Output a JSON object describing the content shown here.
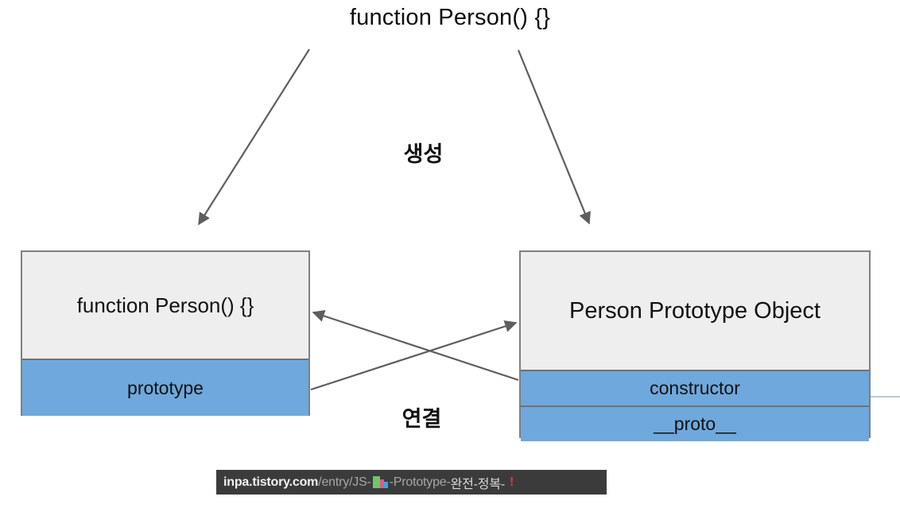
{
  "diagram": {
    "title": "function Person() {}",
    "labels": {
      "create": "생성",
      "link": "연결"
    },
    "boxes": [
      {
        "id": "constructor-function",
        "header": "function Person() {}",
        "rows": [
          "prototype"
        ],
        "header_color": "#eeeeee",
        "row_color": "#6fa8dc",
        "border_color": "#808080"
      },
      {
        "id": "prototype-object",
        "header": "Person Prototype Object",
        "rows": [
          "constructor",
          "__proto__"
        ],
        "header_color": "#eeeeee",
        "row_color": "#6fa8dc",
        "border_color": "#808080"
      }
    ],
    "arrows": [
      {
        "name": "create-to-constructor",
        "from": "function Person() {}",
        "to": "function Person() {}"
      },
      {
        "name": "create-to-prototype",
        "from": "function Person() {}",
        "to": "Person Prototype Object"
      },
      {
        "name": "prototype-to-object",
        "from": "prototype",
        "to": "Person Prototype Object"
      },
      {
        "name": "constructor-to-function",
        "from": "constructor",
        "to": "function Person() {}"
      }
    ],
    "arrow_color": "#5e5e5e"
  },
  "footer": {
    "domain": "inpa.tistory.com",
    "path_prefix": "/entry/JS-",
    "icon": "bar-chart-emoji",
    "path_middle": "-Prototype-",
    "path_korean": "완전-정복-",
    "exclamation": "!",
    "background": "#3b3b3b",
    "domain_color": "#f2f2f2",
    "path_color": "#a6a6a6",
    "exclamation_color": "#e03b3b"
  }
}
